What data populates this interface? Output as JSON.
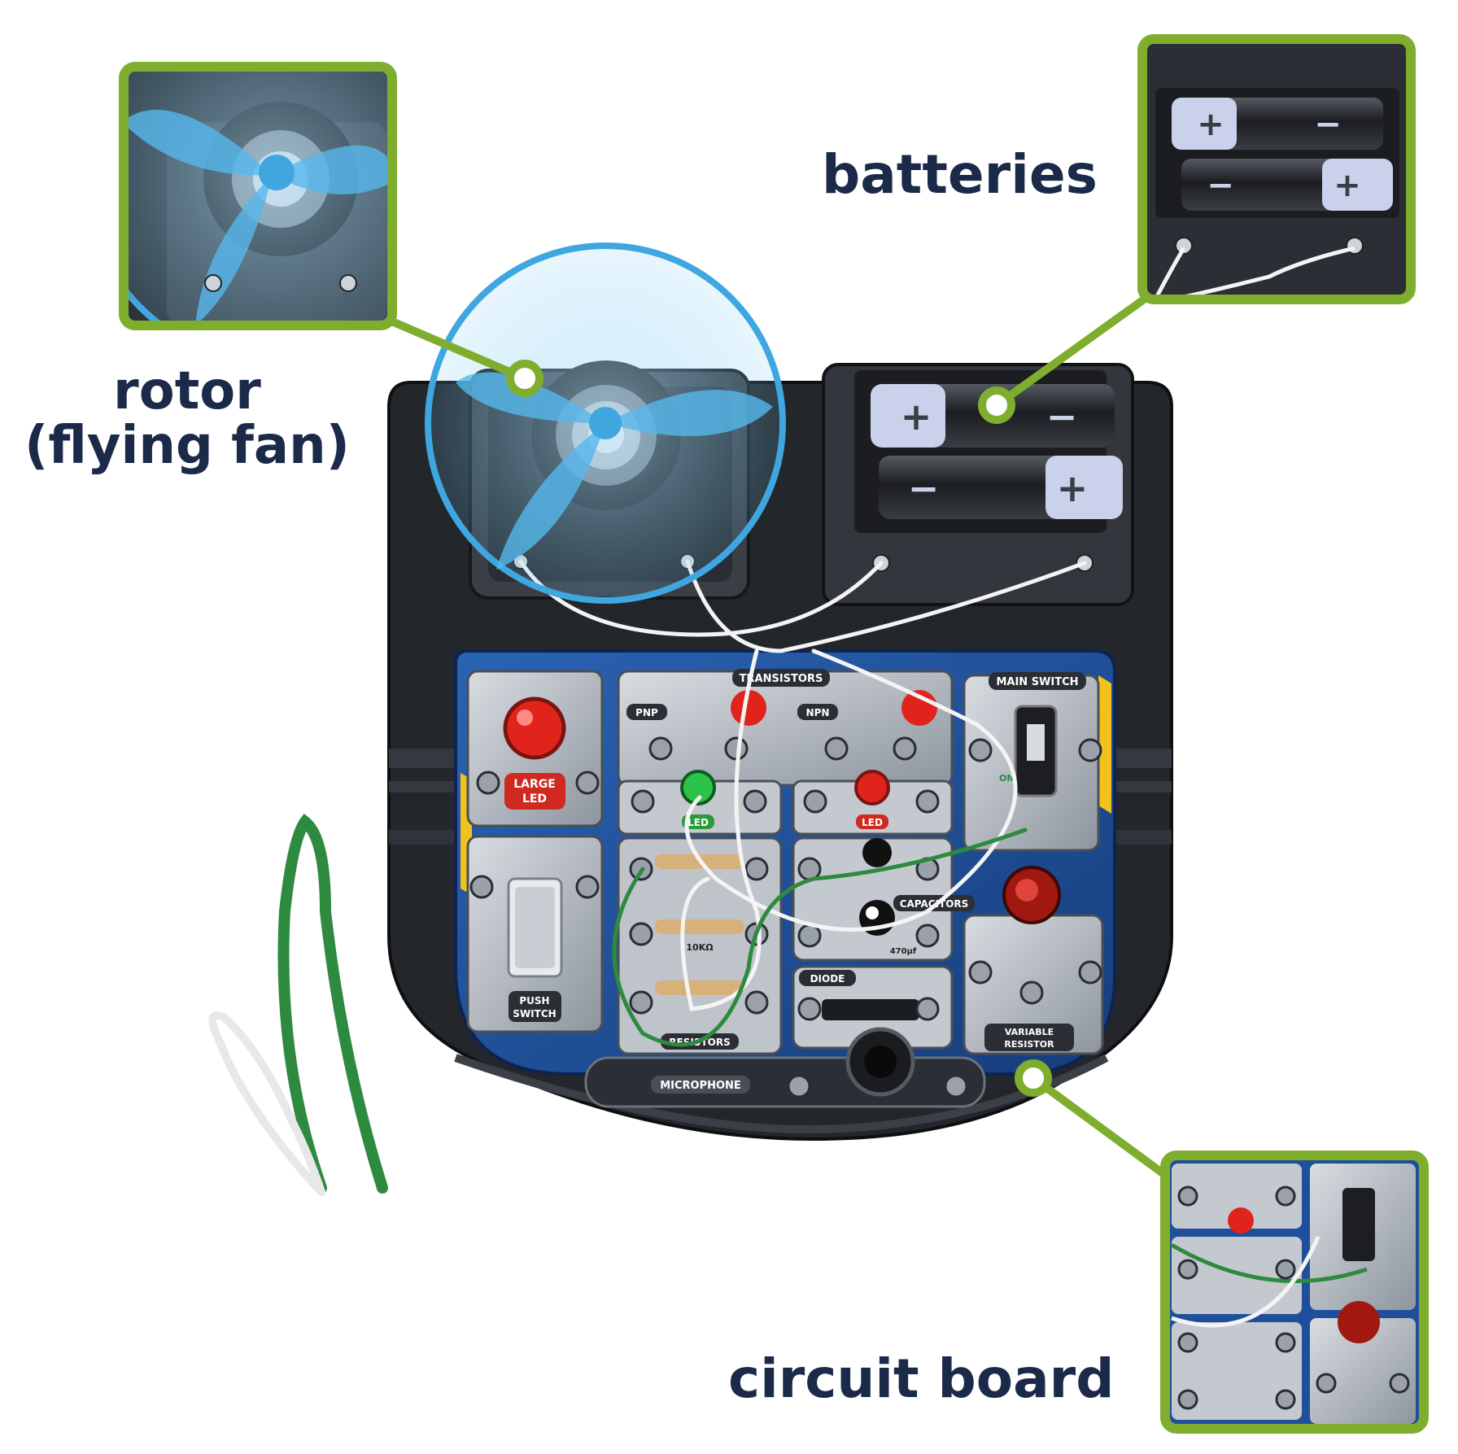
{
  "labels": {
    "rotor_line1": "rotor",
    "rotor_line2": "(flying fan)",
    "batteries": "batteries",
    "circuit_board": "circuit board"
  },
  "board_text": {
    "transistors": "TRANSISTORS",
    "pnp": "PNP",
    "npn": "NPN",
    "main_switch": "MAIN SWITCH",
    "large_led_1": "LARGE",
    "large_led_2": "LED",
    "led": "LED",
    "push_switch_1": "PUSH",
    "push_switch_2": "SWITCH",
    "capacitors": "CAPACITORS",
    "diode": "DIODE",
    "resistors": "RESISTORS",
    "variable_resistor_1": "VARIABLE",
    "variable_resistor_2": "RESISTOR",
    "microphone": "MICROPHONE",
    "res_10k": "10KΩ",
    "cap_470": "470µf",
    "on": "ON",
    "plus": "+",
    "minus": "−"
  },
  "colors": {
    "callout_green": "#7fae2e",
    "label_navy": "#1c2a4a",
    "board_black": "#26292e",
    "panel_blue": "#1f4f9a",
    "fan_blue": "#4ab0e6",
    "wire_green": "#2e8a3e",
    "wire_white": "#f4f4f4",
    "led_red": "#e0241b",
    "led_green": "#2cc34a"
  }
}
